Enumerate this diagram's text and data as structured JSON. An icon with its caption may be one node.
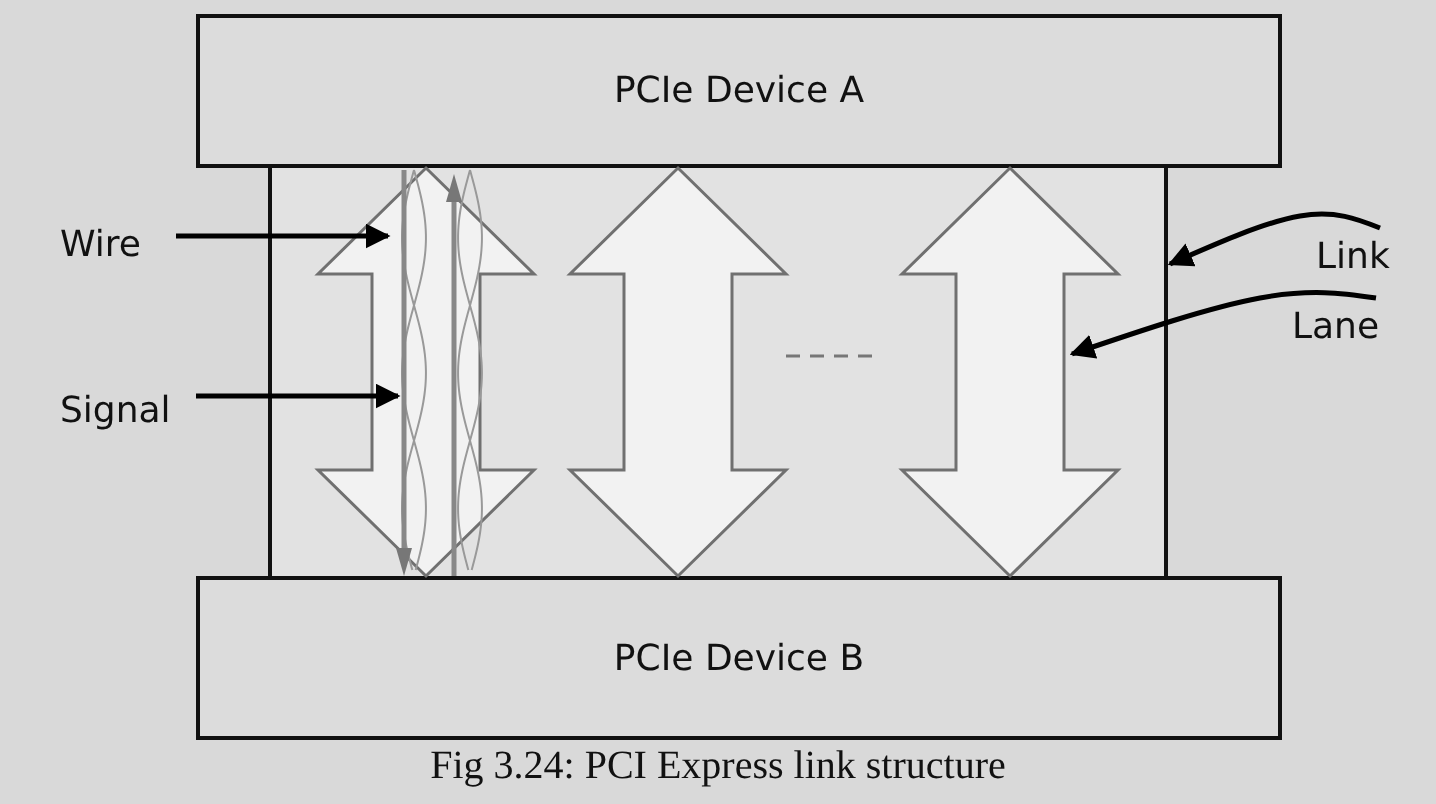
{
  "diagram": {
    "caption": "Fig 3.24: PCI Express link structure",
    "nodes": [
      {
        "text": [
          "PCIe Device A"
        ]
      },
      {
        "text": [
          "PCIe Device B"
        ]
      },
      {
        "text": [],
        "shape": "box"
      },
      {
        "text": [],
        "shape": "wire",
        "in": 2
      },
      {
        "text": [],
        "shape": "line",
        "in": 2
      },
      {
        "text": [
          "Wire"
        ]
      },
      {
        "text": [
          "Signal"
        ]
      },
      {
        "text": [
          "Link"
        ]
      },
      {
        "text": [
          "Lane"
        ]
      }
    ],
    "edges": [
      {
        "from": 0,
        "to": 1,
        "arrow": "both",
        "style": "thick"
      },
      {
        "from": 0,
        "to": 1,
        "arrow": "both",
        "style": "thick"
      },
      {
        "from": 0,
        "to": 1,
        "arrow": "both",
        "style": "thick"
      },
      {
        "from": 5,
        "to": 3,
        "arrow": "to"
      },
      {
        "from": 6,
        "to": 4,
        "arrow": "to"
      },
      {
        "from": 7,
        "to": 2,
        "arrow": "to"
      },
      {
        "from": 8,
        "to": 2,
        "arrow": "to"
      }
    ]
  }
}
